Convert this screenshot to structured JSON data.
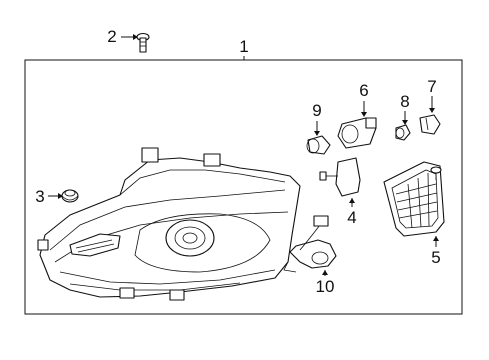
{
  "callouts": [
    "1",
    "2",
    "3",
    "4",
    "5",
    "6",
    "7",
    "8",
    "9",
    "10"
  ],
  "colors": {
    "line": "#111111",
    "background": "#ffffff"
  }
}
